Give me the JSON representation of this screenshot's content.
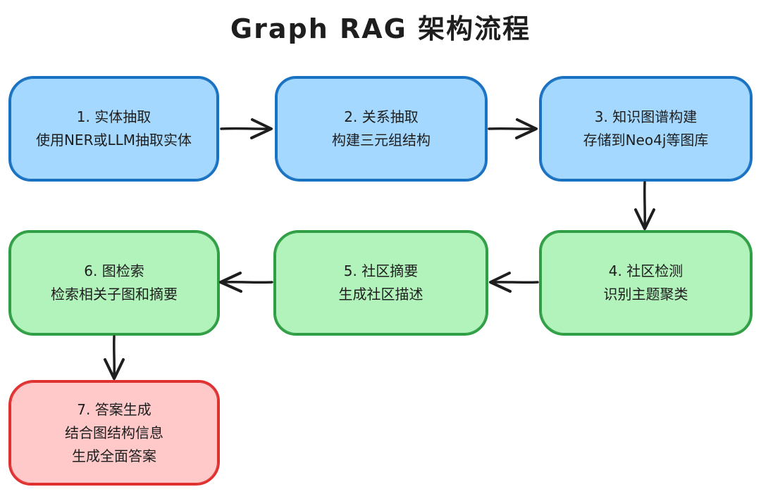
{
  "title": "Graph RAG 架构流程",
  "colors": {
    "background": "#ffffff",
    "text": "#1e1e1e",
    "arrow": "#1e1e1e",
    "blue_fill": "#a5d8ff",
    "blue_stroke": "#1971c2",
    "green_fill": "#b2f2bb",
    "green_stroke": "#2f9e44",
    "red_fill": "#ffc9c9",
    "red_stroke": "#e03131"
  },
  "boxes": [
    {
      "id": "1",
      "color": "blue",
      "lines": [
        "1. 实体抽取",
        "使用NER或LLM抽取实体"
      ]
    },
    {
      "id": "2",
      "color": "blue",
      "lines": [
        "2. 关系抽取",
        "构建三元组结构"
      ]
    },
    {
      "id": "3",
      "color": "blue",
      "lines": [
        "3. 知识图谱构建",
        "存储到Neo4j等图库"
      ]
    },
    {
      "id": "4",
      "color": "green",
      "lines": [
        "4. 社区检测",
        "识别主题聚类"
      ]
    },
    {
      "id": "5",
      "color": "green",
      "lines": [
        "5. 社区摘要",
        "生成社区描述"
      ]
    },
    {
      "id": "6",
      "color": "green",
      "lines": [
        "6. 图检索",
        "检索相关子图和摘要"
      ]
    },
    {
      "id": "7",
      "color": "red",
      "lines": [
        "7. 答案生成",
        "结合图结构信息",
        "生成全面答案"
      ]
    }
  ],
  "arrows": [
    {
      "from": "1",
      "to": "2",
      "direction": "right"
    },
    {
      "from": "2",
      "to": "3",
      "direction": "right"
    },
    {
      "from": "3",
      "to": "4",
      "direction": "down"
    },
    {
      "from": "4",
      "to": "5",
      "direction": "left"
    },
    {
      "from": "5",
      "to": "6",
      "direction": "left"
    },
    {
      "from": "6",
      "to": "7",
      "direction": "down"
    }
  ]
}
